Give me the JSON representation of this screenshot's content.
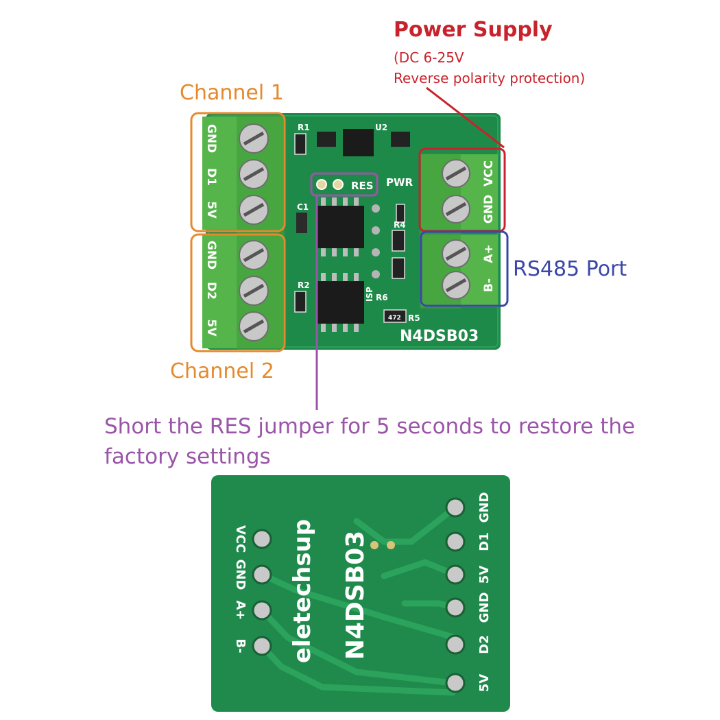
{
  "labels": {
    "channel1": "Channel 1",
    "channel2": "Channel 2",
    "power_title": "Power Supply",
    "power_line1": "(DC 6-25V",
    "power_line2": "Reverse polarity protection)",
    "rs485": "RS485 Port",
    "note": "Short the RES jumper for 5 seconds to restore the factory settings"
  },
  "board_top": {
    "left_terminal_pins": [
      "GND",
      "D1",
      "5V",
      "GND",
      "D2",
      "5V"
    ],
    "right_terminal_pins": [
      "VCC",
      "GND",
      "A+",
      "B-"
    ],
    "silkscreen": {
      "model": "N4DSB03",
      "res": "RES",
      "pwr": "PWR",
      "isp": "ISP",
      "refs": [
        "R1",
        "R2",
        "R4",
        "R5",
        "R6",
        "C1",
        "U2"
      ],
      "resistor_code": "472"
    }
  },
  "board_bottom": {
    "left_pins": [
      "VCC",
      "GND",
      "A+",
      "B-"
    ],
    "right_pins": [
      "GND",
      "D1",
      "5V",
      "GND",
      "D2",
      "5V"
    ],
    "brand": "eletechsup",
    "model": "N4DSB03"
  },
  "colors": {
    "orange": "#e58a2e",
    "red": "#c8232c",
    "blue": "#3a47a8",
    "purple": "#9a55a8",
    "pcb": "#1f8a4c",
    "terminal": "#55b34a"
  }
}
